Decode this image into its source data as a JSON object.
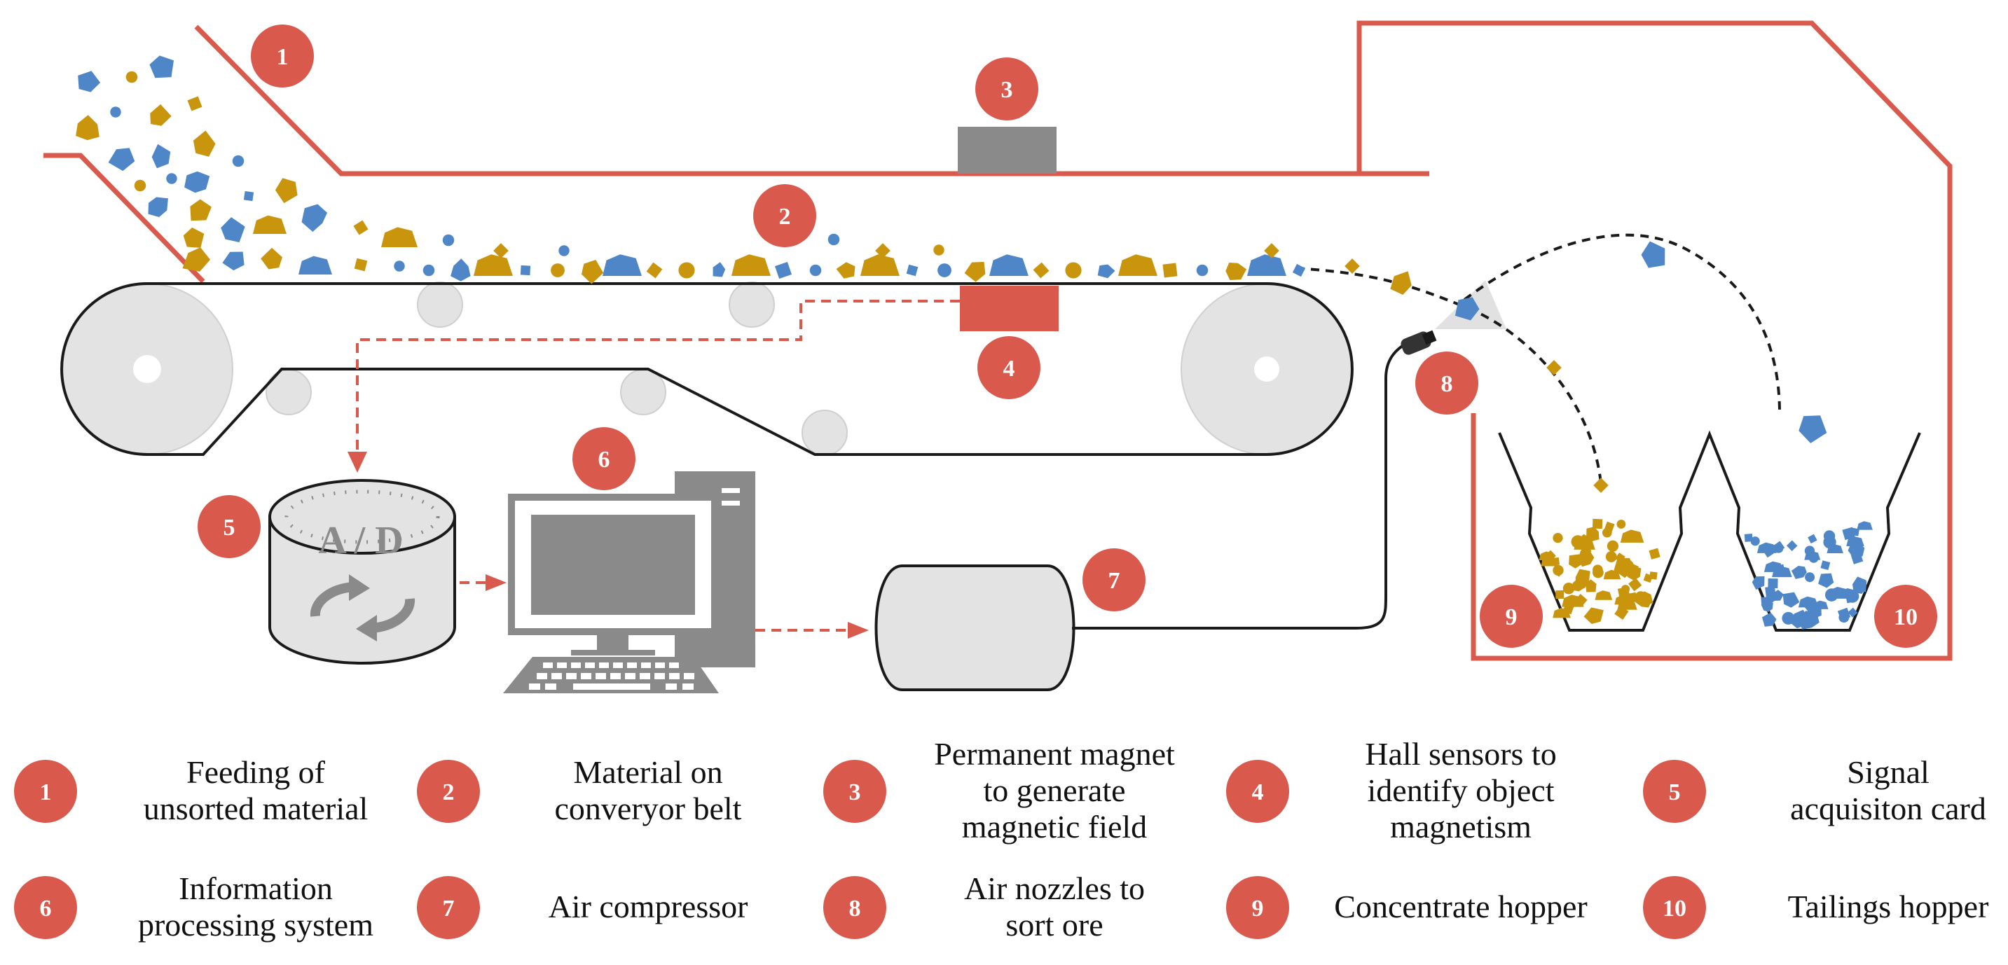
{
  "colors": {
    "accent": "#d9594c",
    "ore_gold": "#c8950d",
    "ore_blue": "#4e86c8",
    "grey_fill": "#e3e3e3",
    "dark_grey": "#8a8a8a",
    "outline": "#1a1a1a"
  },
  "markers": {
    "m1": "1",
    "m2": "2",
    "m3": "3",
    "m4": "4",
    "m5": "5",
    "m6": "6",
    "m7": "7",
    "m8": "8",
    "m9": "9",
    "m10": "10"
  },
  "ad_card_text": "A / D",
  "legend": [
    {
      "num": "1",
      "lines": [
        "Feeding of",
        "unsorted material"
      ]
    },
    {
      "num": "2",
      "lines": [
        "Material on",
        "converyor belt"
      ]
    },
    {
      "num": "3",
      "lines": [
        "Permanent magnet",
        "to generate",
        "magnetic field"
      ]
    },
    {
      "num": "4",
      "lines": [
        "Hall sensors to",
        "identify object",
        "magnetism"
      ]
    },
    {
      "num": "5",
      "lines": [
        "Signal",
        "acquisiton card"
      ]
    },
    {
      "num": "6",
      "lines": [
        "Information",
        "processing system"
      ]
    },
    {
      "num": "7",
      "lines": [
        "Air compressor"
      ]
    },
    {
      "num": "8",
      "lines": [
        "Air nozzles to",
        "sort ore"
      ]
    },
    {
      "num": "9",
      "lines": [
        "Concentrate hopper"
      ]
    },
    {
      "num": "10",
      "lines": [
        "Tailings hopper"
      ]
    }
  ]
}
